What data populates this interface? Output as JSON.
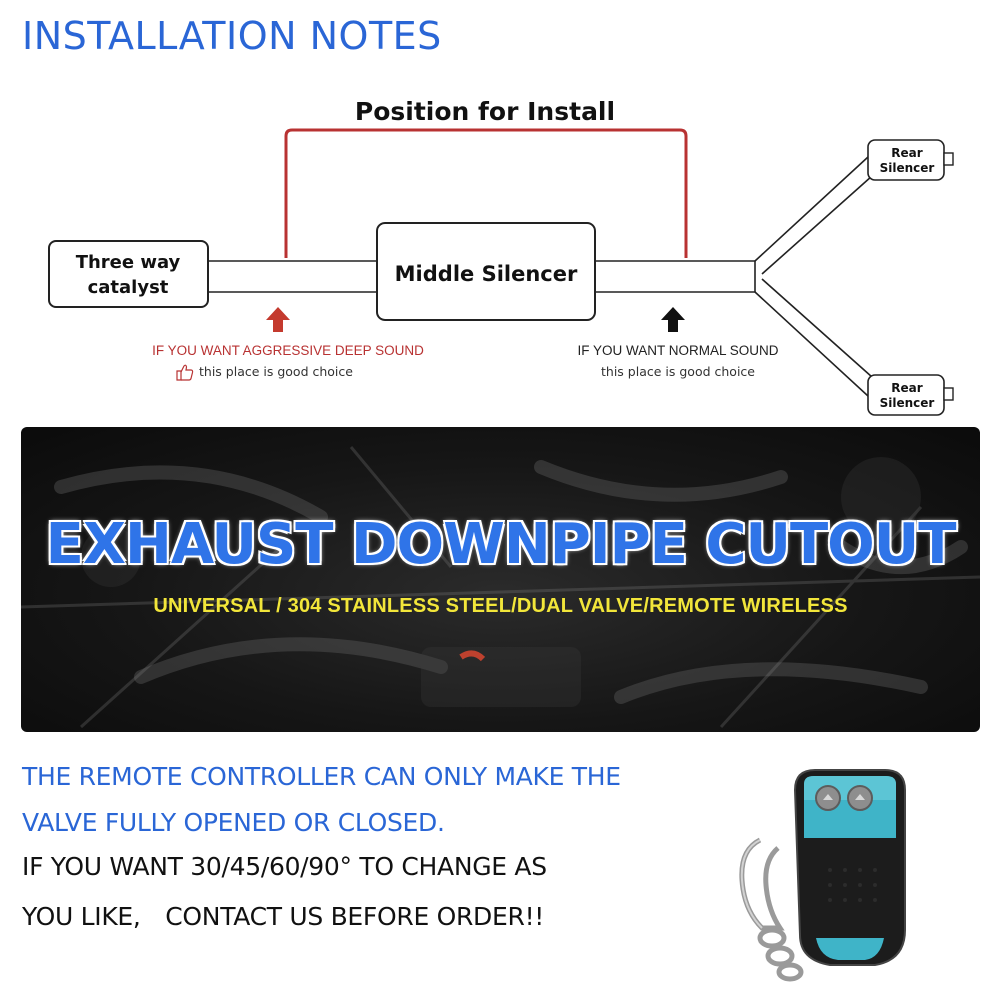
{
  "heading": "INSTALLATION NOTES",
  "diagram": {
    "title": "Position for Install",
    "catalyst_line1": "Three way",
    "catalyst_line2": "catalyst",
    "middle": "Middle Silencer",
    "rear_top_line1": "Rear",
    "rear_top_line2": "Silencer",
    "rear_bottom_line1": "Rear",
    "rear_bottom_line2": "Silencer",
    "aggressive_label": "IF YOU WANT AGGRESSIVE DEEP SOUND",
    "aggressive_sub": "this place is good choice",
    "normal_label": "IF YOU WANT NORMAL SOUND",
    "normal_sub": "this place is good choice"
  },
  "banner": {
    "title": "EXHAUST DOWNPIPE CUTOUT",
    "subtitle": "UNIVERSAL / 304 STAINLESS STEEL/DUAL VALVE/REMOTE WIRELESS"
  },
  "notes": {
    "line1": "THE REMOTE CONTROLLER CAN ONLY MAKE THE",
    "line2": "VALVE FULLY OPENED OR CLOSED.",
    "line3": "IF YOU WANT 30/45/60/90° TO CHANGE AS",
    "line4": "YOU LIKE,　CONTACT US BEFORE ORDER!!"
  },
  "colors": {
    "heading_blue": "#2a66d6",
    "red": "#b83232",
    "banner_title": "#2f74e8",
    "banner_subtitle": "#f2e63a"
  }
}
